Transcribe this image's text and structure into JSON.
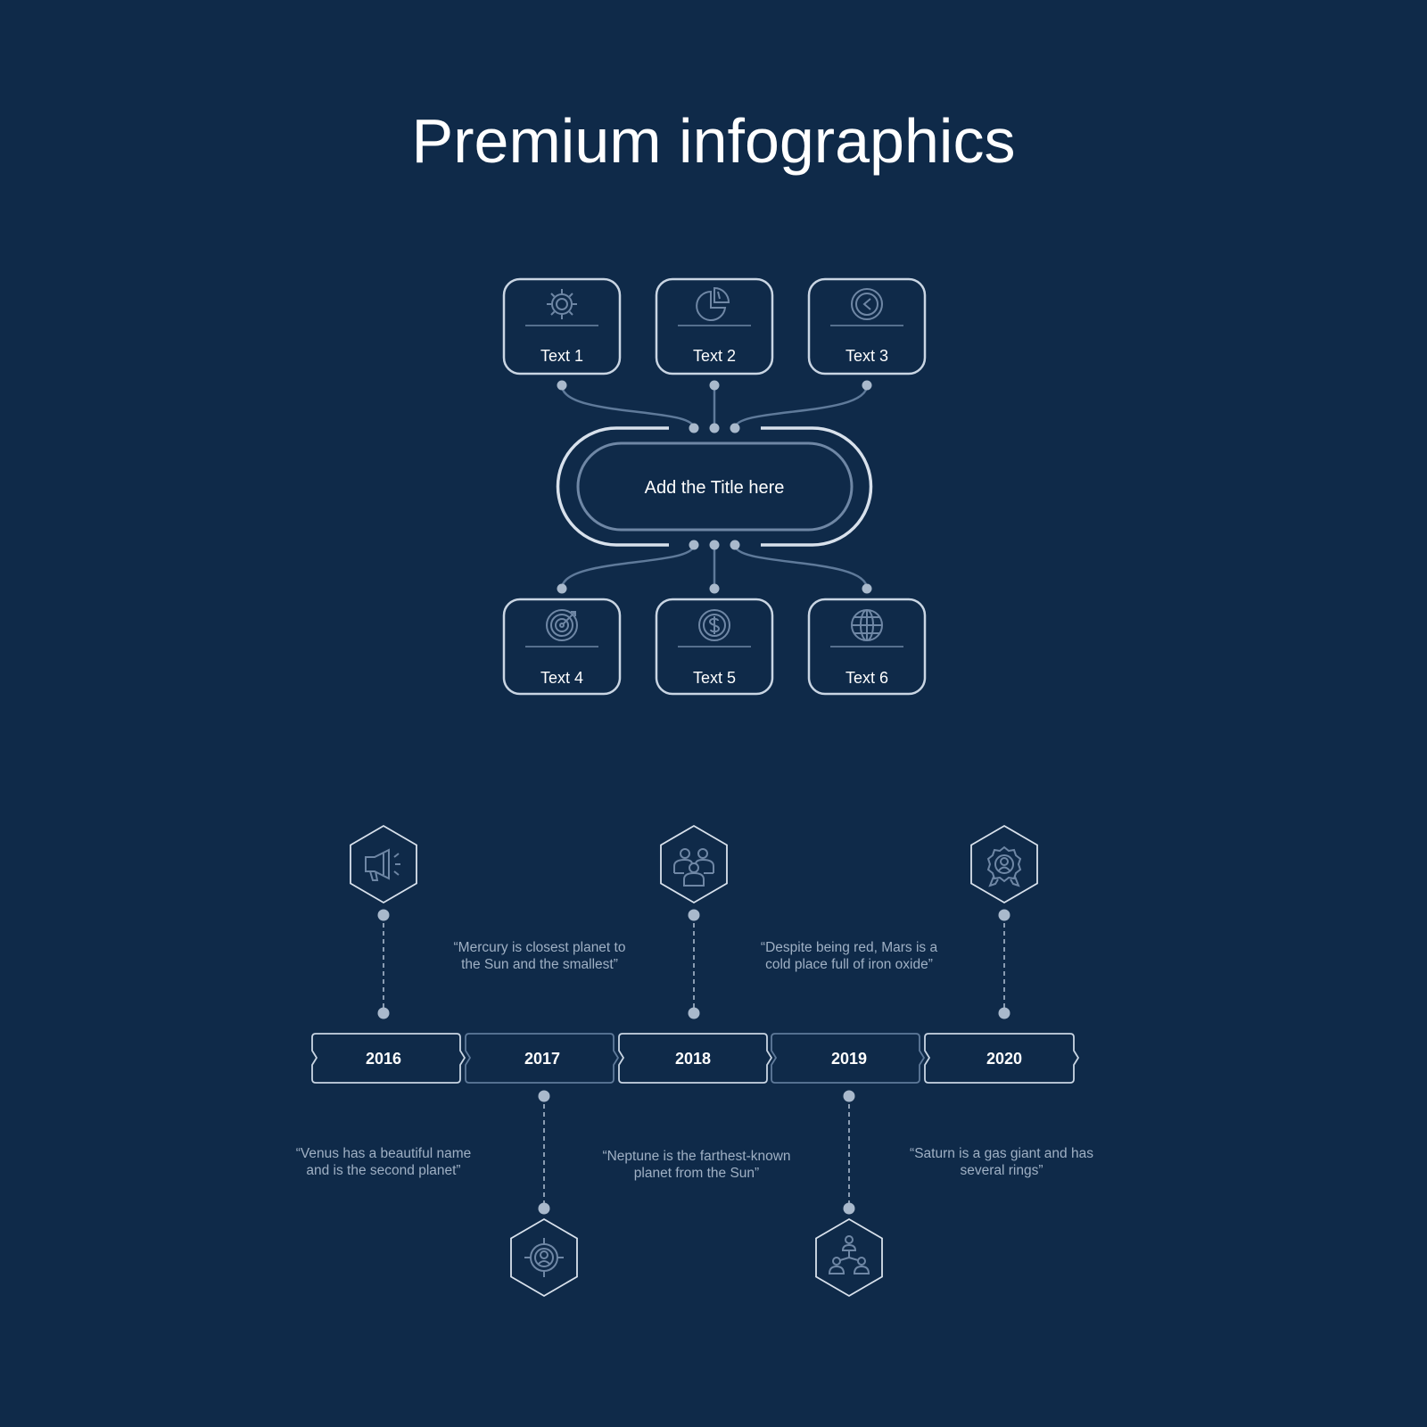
{
  "title": "Premium infographics",
  "center": {
    "label": "Add the Title here"
  },
  "boxes": [
    {
      "label": "Text 1",
      "icon": "gear-icon"
    },
    {
      "label": "Text 2",
      "icon": "pie-chart-icon"
    },
    {
      "label": "Text 3",
      "icon": "clock-icon"
    },
    {
      "label": "Text 4",
      "icon": "target-icon"
    },
    {
      "label": "Text 5",
      "icon": "dollar-coin-icon"
    },
    {
      "label": "Text 6",
      "icon": "globe-icon"
    }
  ],
  "timeline": [
    {
      "year": "2016",
      "icon": "megaphone-icon",
      "quote": [
        "“Venus has a beautiful name",
        "and is the second planet”"
      ]
    },
    {
      "year": "2017",
      "icon": "user-target-icon",
      "quote": [
        "“Mercury is closest planet to",
        "the Sun and the smallest”"
      ]
    },
    {
      "year": "2018",
      "icon": "team-icon",
      "quote": [
        "“Neptune is the farthest-known",
        "planet from the Sun”"
      ]
    },
    {
      "year": "2019",
      "icon": "hierarchy-icon",
      "quote": [
        "“Despite being red, Mars is a",
        "cold place full of iron oxide”"
      ]
    },
    {
      "year": "2020",
      "icon": "award-icon",
      "quote": [
        "“Saturn is a gas giant and has",
        "several rings”"
      ]
    }
  ],
  "colors": {
    "background": "#0f2a49",
    "stroke": "#c9d5e3",
    "muted_stroke": "#5f7a9a",
    "dot": "#a9b9cc",
    "icon": "#6f87a5"
  }
}
